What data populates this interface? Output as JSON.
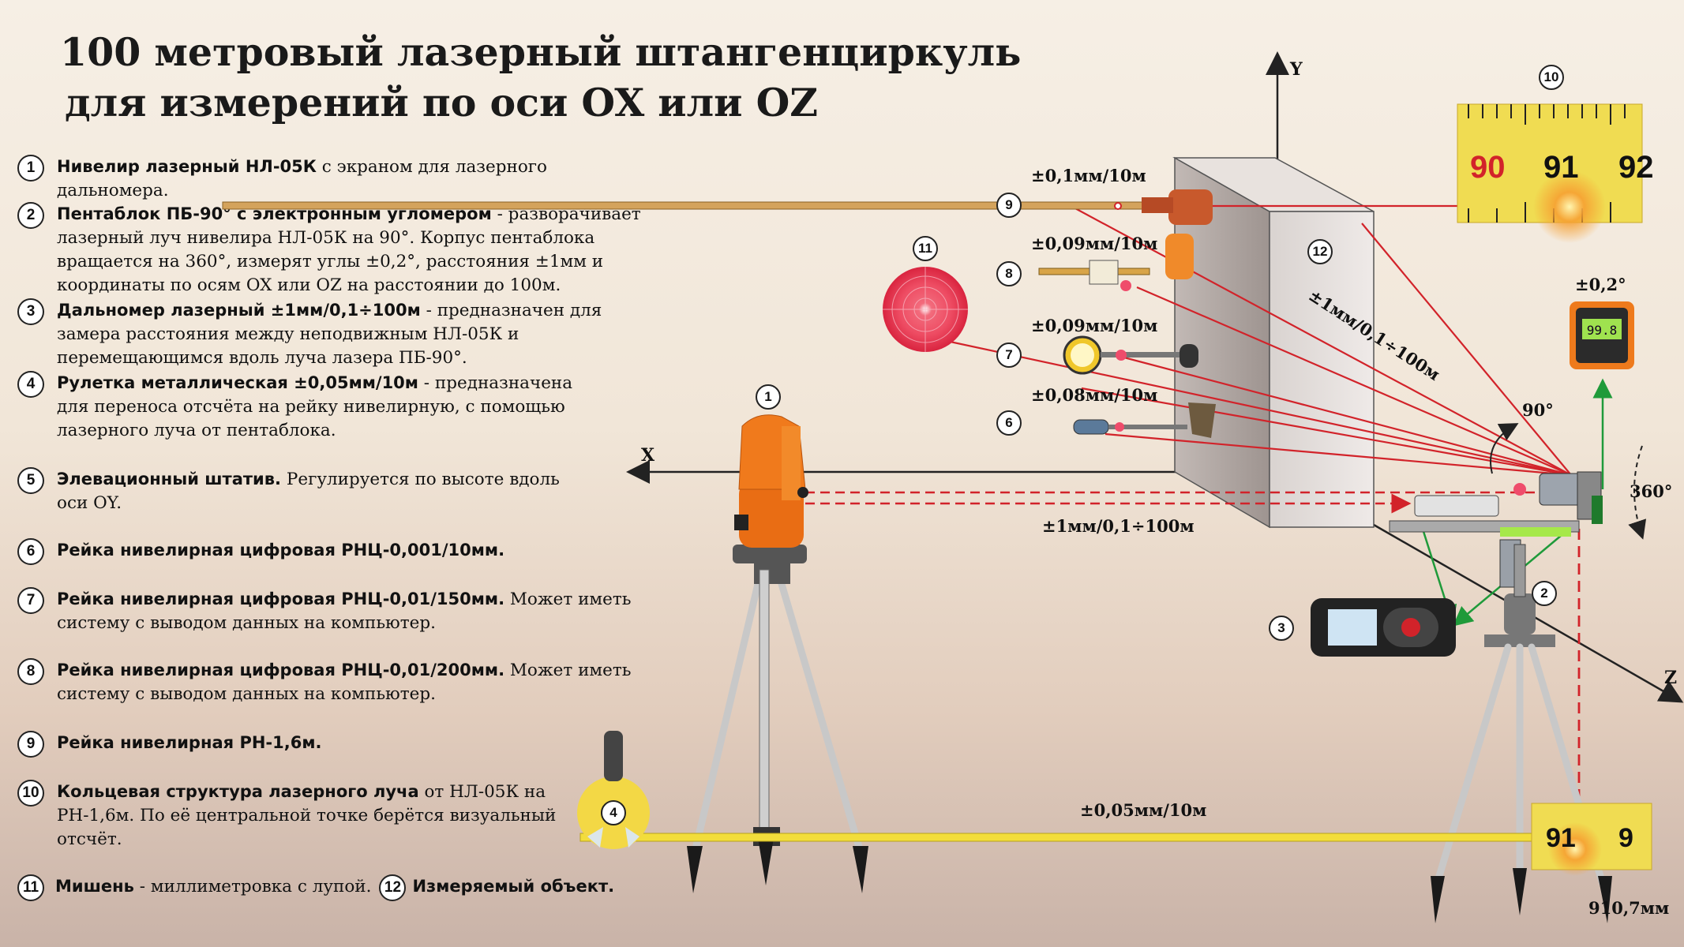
{
  "title": {
    "line1": "100 метровый лазерный штангенциркуль",
    "line2": "для измерений по оси OX или OZ"
  },
  "legend": [
    {
      "n": "1",
      "bold": "Нивелир лазерный НЛ-05К",
      "rest": " с экраном для лазерного дальномера."
    },
    {
      "n": "2",
      "bold": "Пентаблок ПБ-90° с электронным угломером",
      "rest": " - разворачивает лазерный луч нивелира НЛ-05К на 90°. Корпус пентаблока вращается на 360°, измерят углы ±0,2°, расстояния ±1мм и координаты по осям OX или OZ на расстоянии до 100м."
    },
    {
      "n": "3",
      "bold": "Дальномер лазерный ±1мм/0,1÷100м",
      "rest": " - предназначен для замера расстояния между неподвижным НЛ-05К и перемещающимся вдоль луча лазера ПБ-90°."
    },
    {
      "n": "4",
      "bold": "Рулетка металлическая ±0,05мм/10м",
      "rest": " - предназначена для переноса отсчёта на рейку нивелирную, с помощью лазерного луча от пентаблока."
    },
    {
      "n": "5",
      "bold": "Элевационный штатив.",
      "rest": " Регулируется по высоте вдоль оси OY."
    },
    {
      "n": "6",
      "bold": "Рейка нивелирная цифровая РНЦ-0,001/10мм.",
      "rest": ""
    },
    {
      "n": "7",
      "bold": "Рейка нивелирная цифровая РНЦ-0,01/150мм.",
      "rest": " Может иметь систему с выводом данных на компьютер."
    },
    {
      "n": "8",
      "bold": "Рейка нивелирная цифровая РНЦ-0,01/200мм.",
      "rest": " Может иметь систему с выводом данных на компьютер."
    },
    {
      "n": "9",
      "bold": "Рейка нивелирная РН-1,6м.",
      "rest": ""
    },
    {
      "n": "10",
      "bold": "Кольцевая структура лазерного луча",
      "rest": " от НЛ-05К на РН-1,6м. По её центральной точке берётся визуальный отсчёт."
    }
  ],
  "legend_last": {
    "n11": "11",
    "b11": "Мишень",
    "r11": " - миллиметровка с лупой.",
    "n12": "12",
    "b12": "Измеряемый объект."
  },
  "axes": {
    "x": "X",
    "y": "Y",
    "z": "Z"
  },
  "tolerances": {
    "t9": "±0,1мм/10м",
    "t8": "±0,09мм/10м",
    "t7": "±0,09мм/10м",
    "t6": "±0,08мм/10м",
    "diag": "±1мм/0,1÷100м",
    "horiz": "±1мм/0,1÷100м",
    "tape": "±0,05мм/10м",
    "angle": "±0,2°"
  },
  "angles": {
    "a90": "90°",
    "a360": "360°"
  },
  "readout": "910,7мм",
  "tape_numbers": {
    "n90": "90",
    "n91": "91",
    "n92": "92",
    "s91": "91",
    "s9": "9"
  },
  "inclinometer": {
    "value": "99.8"
  },
  "callouts": {
    "c1": "1",
    "c2": "2",
    "c3": "3",
    "c4": "4",
    "c6": "6",
    "c7": "7",
    "c8": "8",
    "c9": "9",
    "c10": "10",
    "c11": "11",
    "c12": "12"
  },
  "colors": {
    "laser": "#d2232a",
    "green": "#1f9a3a",
    "orange": "#ee7a1c",
    "background": "#f3eadf"
  }
}
